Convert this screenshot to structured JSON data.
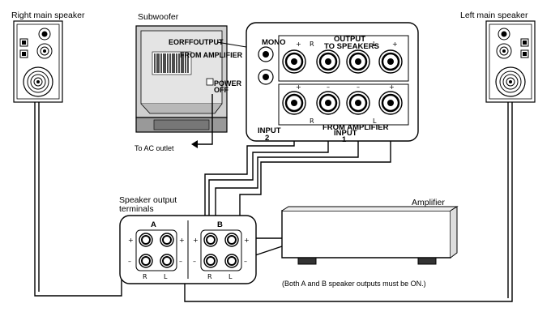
{
  "labels": {
    "right_speaker": "Right main speaker",
    "left_speaker": "Left main speaker",
    "subwoofer": "Subwoofer",
    "ac_outlet": "To AC outlet",
    "speaker_output_terminals_line1": "Speaker output",
    "speaker_output_terminals_line2": "terminals",
    "amplifier": "Amplifier",
    "note": "(Both A and B speaker outputs must be ON.)"
  },
  "subwoofer_panel": {
    "output_line1": "OUTPUT",
    "output_line2": "TO SPEAKERS",
    "mono": "MONO",
    "input2": "INPUT",
    "input2_num": "2",
    "from_amplifier": "FROM AMPLIFIER",
    "input1": "INPUT",
    "input1_num": "1",
    "plus": "+",
    "minus": "–",
    "l_symbol": "L",
    "r_symbol": "R"
  },
  "subwoofer_front": {
    "overlap_text_1": "EORFFOUTPUT",
    "overlap_text_2": "FROM AMPLIFIER",
    "power": "POWER",
    "off": "OFF"
  },
  "terminals": {
    "group_a": "A",
    "group_b": "B",
    "plus": "+",
    "minus": "–",
    "r_symbol": "R",
    "l_symbol": "L"
  },
  "colors": {
    "line": "#000000",
    "subwoofer_body": "#cfcfcf",
    "subwoofer_dark": "#777777"
  }
}
